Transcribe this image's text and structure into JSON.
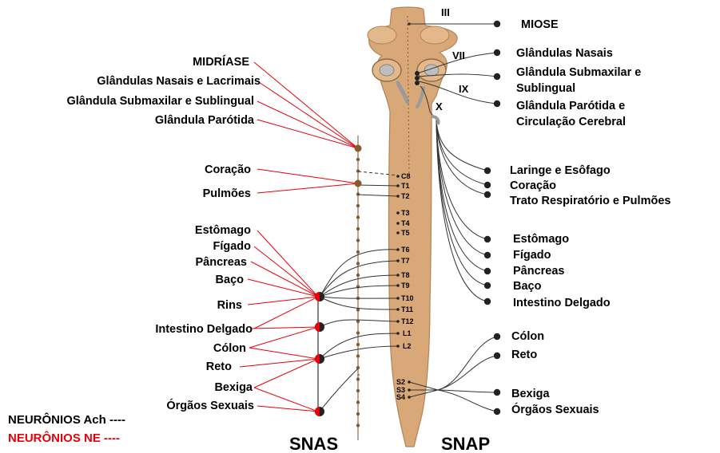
{
  "sympathetic_title": "SNAS",
  "parasympathetic_title": "SNAP",
  "legend": {
    "ach": "NEURÔNIOS Ach ----",
    "ne": "NEURÔNIOS NE  ----",
    "ne_color": "#e8000b"
  },
  "colors": {
    "spine": "#d9a878",
    "spine_dark": "#b08457",
    "chain": "#8b6c4a",
    "ganglion": "#8b5a2b",
    "red": "#e8000b"
  },
  "cranial_nerves": [
    "III",
    "VII",
    "IX",
    "X"
  ],
  "segments": [
    "C8",
    "T1",
    "T2",
    "T3",
    "T4",
    "T5",
    "T6",
    "T7",
    "T8",
    "T9",
    "T10",
    "T11",
    "T12",
    "L1",
    "L2"
  ],
  "sacral_segments": [
    "S2",
    "S3",
    "S4"
  ],
  "snas_labels": [
    "MIDRÍASE",
    "Glândulas Nasais e Lacrimais",
    "Glândula Submaxilar e Sublingual",
    "Glândula Parótida",
    "Coração",
    "Pulmões",
    "Estômago",
    "Fígado",
    "Pâncreas",
    "Baço",
    "Rins",
    "Intestino Delgado",
    "Cólon",
    "Reto",
    "Bexiga",
    "Órgãos Sexuais"
  ],
  "snap_labels": [
    "MIOSE",
    "Glândulas Nasais",
    "Glândula Submaxilar e",
    "Sublingual",
    "Glândula Parótida e",
    "Circulação Cerebral",
    "Laringe e Esôfago",
    "Coração",
    "Trato Respiratório e Pulmões",
    "Estômago",
    "Fígado",
    "Pâncreas",
    "Baço",
    "Intestino Delgado",
    "Cólon",
    "Reto",
    "Bexiga",
    "Órgãos Sexuais"
  ]
}
